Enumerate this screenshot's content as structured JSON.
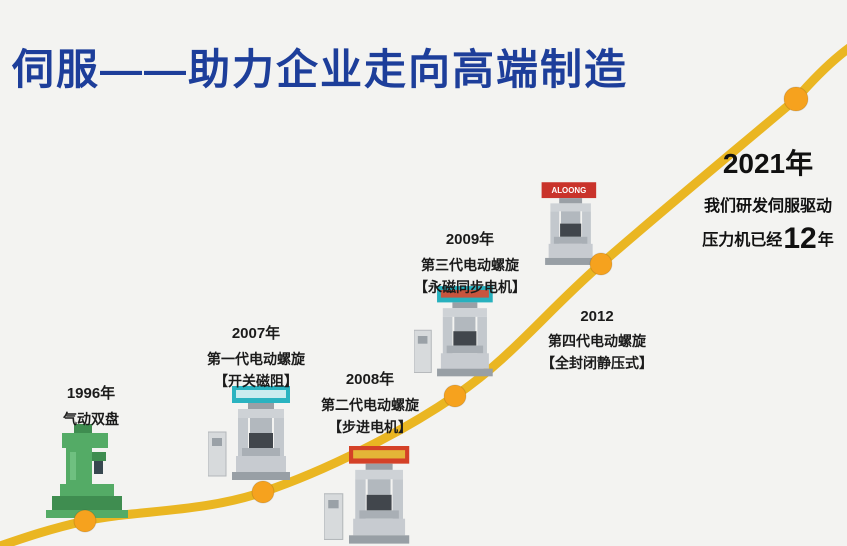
{
  "title": "伺服——助力企业走向高端制造",
  "colors": {
    "background": "#f3f3f1",
    "title": "#1d3e9a",
    "curve": "#eab622",
    "marker": "#f6a21e",
    "text": "#1b1b1b"
  },
  "timeline": {
    "milestones": [
      {
        "year": "1996年",
        "lines": [
          "气动双盘"
        ]
      },
      {
        "year": "2007年",
        "lines": [
          "第一代电动螺旋",
          "【开关磁阻】"
        ]
      },
      {
        "year": "2008年",
        "lines": [
          "第二代电动螺旋",
          "【步进电机】"
        ]
      },
      {
        "year": "2009年",
        "lines": [
          "第三代电动螺旋",
          "【永磁同步电机】"
        ]
      },
      {
        "year": "2012",
        "lines": [
          "第四代电动螺旋",
          "【全封闭静压式】"
        ]
      }
    ],
    "endpoint": {
      "year": "2021年",
      "line1": "我们研发伺服驱动",
      "line2_prefix": "压力机已经",
      "line2_number": "12",
      "line2_suffix": "年"
    }
  },
  "machines": {
    "press_2012_brand": "ALOONG"
  }
}
